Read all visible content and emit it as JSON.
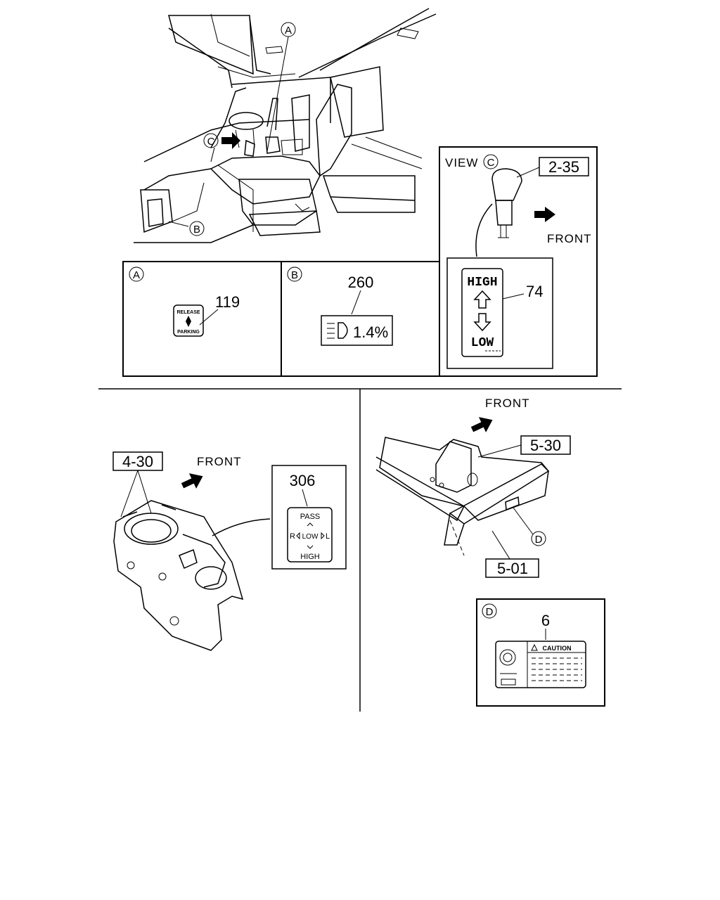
{
  "callouts": {
    "view_a": "A",
    "view_b": "B",
    "view_c": "C",
    "view_d": "D"
  },
  "view_c": {
    "title": "VIEW",
    "part": "2-35",
    "front": "FRONT"
  },
  "panel_a": {
    "part": "119",
    "label_top": "RELEASE",
    "label_bottom": "PARKING"
  },
  "panel_b": {
    "part": "260",
    "readout": "1.4%"
  },
  "shift_label": {
    "part": "74",
    "high": "HIGH",
    "low": "LOW"
  },
  "left_lower": {
    "part": "4-30",
    "front": "FRONT"
  },
  "switch_label": {
    "part": "306",
    "pass": "PASS",
    "left_r": "R",
    "low": "LOW",
    "right_l": "L",
    "high": "HIGH"
  },
  "right_lower": {
    "front": "FRONT",
    "part_a": "5-30",
    "part_b": "5-01"
  },
  "panel_d": {
    "part": "6",
    "caution": "CAUTION"
  }
}
